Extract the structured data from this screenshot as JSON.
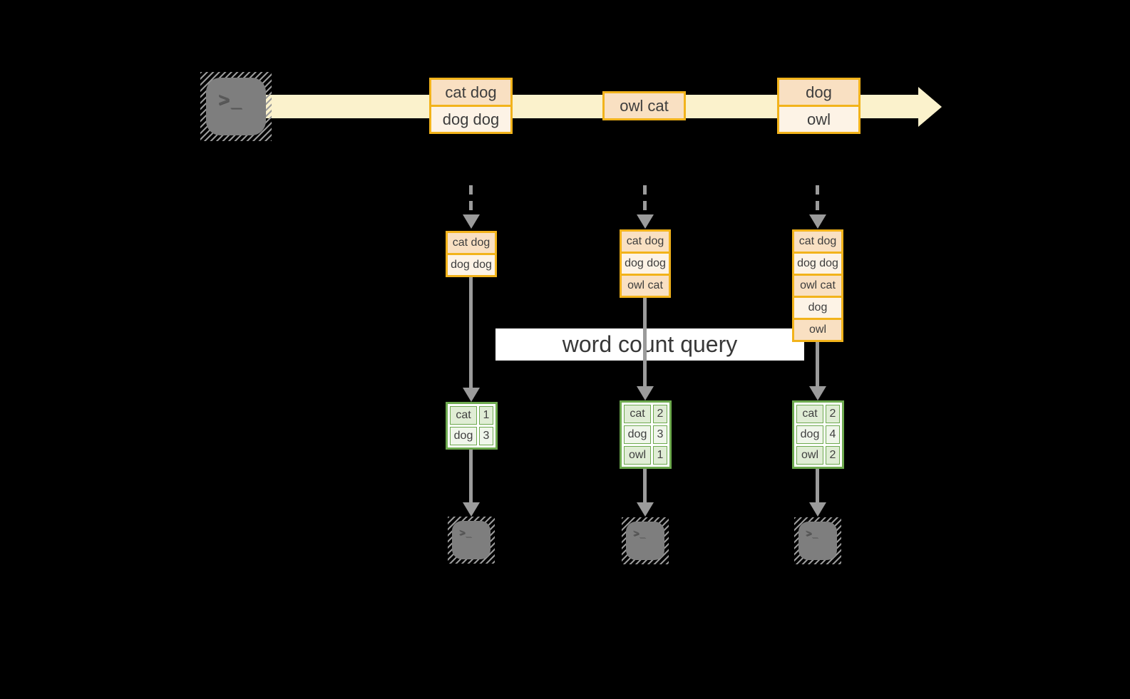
{
  "palette": {
    "background": "#000000",
    "stream_band": "#fbf2cc",
    "event_row_peach": "#f9e0c2",
    "event_row_cream": "#fdf3e6",
    "gold_border": "#f2b31b",
    "green_border": "#6da94e",
    "green_row_dark": "#e0edd5",
    "green_row_light": "#f0f6eb",
    "arrow_gray": "#9b9b9b",
    "terminal_gray": "#7e7e7e",
    "banner_bg": "#ffffff",
    "text_dark": "#3d3d3d"
  },
  "terminal_glyph": ">_",
  "stream": {
    "events": [
      {
        "rows": [
          "cat dog",
          "dog dog"
        ]
      },
      {
        "rows": [
          "owl cat"
        ]
      },
      {
        "rows": [
          "dog",
          "owl"
        ]
      }
    ]
  },
  "query_banner": {
    "label": "word count query"
  },
  "columns": [
    {
      "state_rows": [
        "cat dog",
        "dog dog"
      ],
      "table": [
        {
          "word": "cat",
          "count": "1"
        },
        {
          "word": "dog",
          "count": "3"
        }
      ]
    },
    {
      "state_rows": [
        "cat dog",
        "dog dog",
        "owl cat"
      ],
      "table": [
        {
          "word": "cat",
          "count": "2"
        },
        {
          "word": "dog",
          "count": "3"
        },
        {
          "word": "owl",
          "count": "1"
        }
      ]
    },
    {
      "state_rows": [
        "cat dog",
        "dog dog",
        "owl cat",
        "dog",
        "owl"
      ],
      "table": [
        {
          "word": "cat",
          "count": "2"
        },
        {
          "word": "dog",
          "count": "4"
        },
        {
          "word": "owl",
          "count": "2"
        }
      ]
    }
  ]
}
